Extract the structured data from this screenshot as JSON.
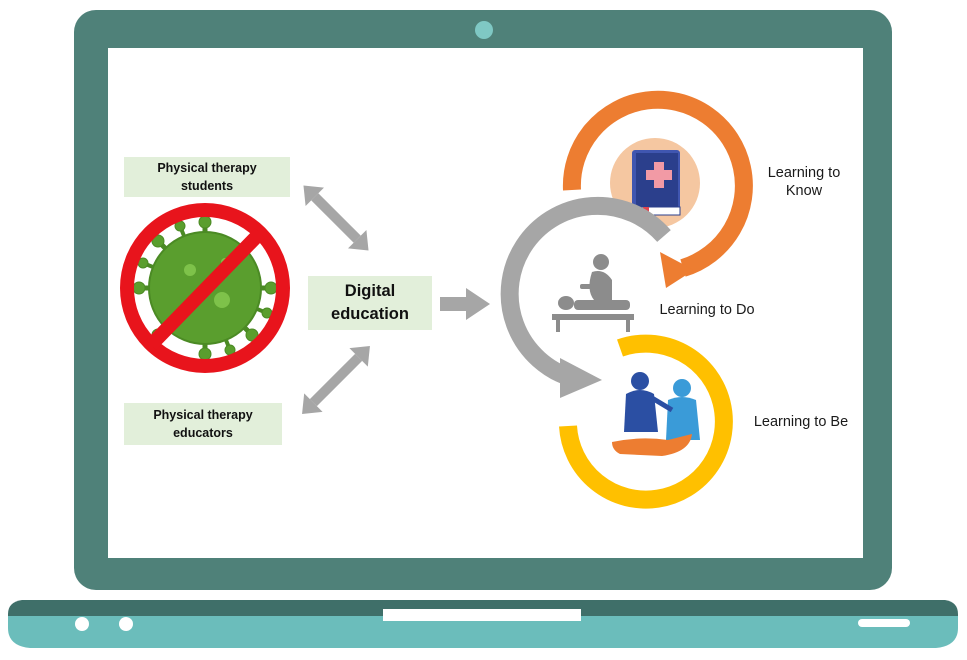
{
  "labels": {
    "students": "Physical therapy\nstudents",
    "educators": "Physical therapy\neducators",
    "center": "Digital\neducation"
  },
  "outcomes": {
    "know": "Learning to\nKnow",
    "do": "Learning to Do",
    "be": "Learning to Be"
  },
  "icons": {
    "covid": "no-virus-icon",
    "know": "medical-book-icon",
    "do": "physical-therapy-patient-icon",
    "be": "caring-people-hand-icon"
  },
  "colors": {
    "laptop_frame": "#4f8179",
    "laptop_base": "#6bbdbb",
    "laptop_base_dark": "#3f6f69",
    "label_bg": "#e2efda",
    "arrow_gray": "#a6a6a6",
    "know_orange": "#ed7d31",
    "do_gray": "#a6a6a6",
    "be_yellow": "#ffc000",
    "virus_green": "#5a9e2e",
    "ban_red": "#e8141c"
  }
}
